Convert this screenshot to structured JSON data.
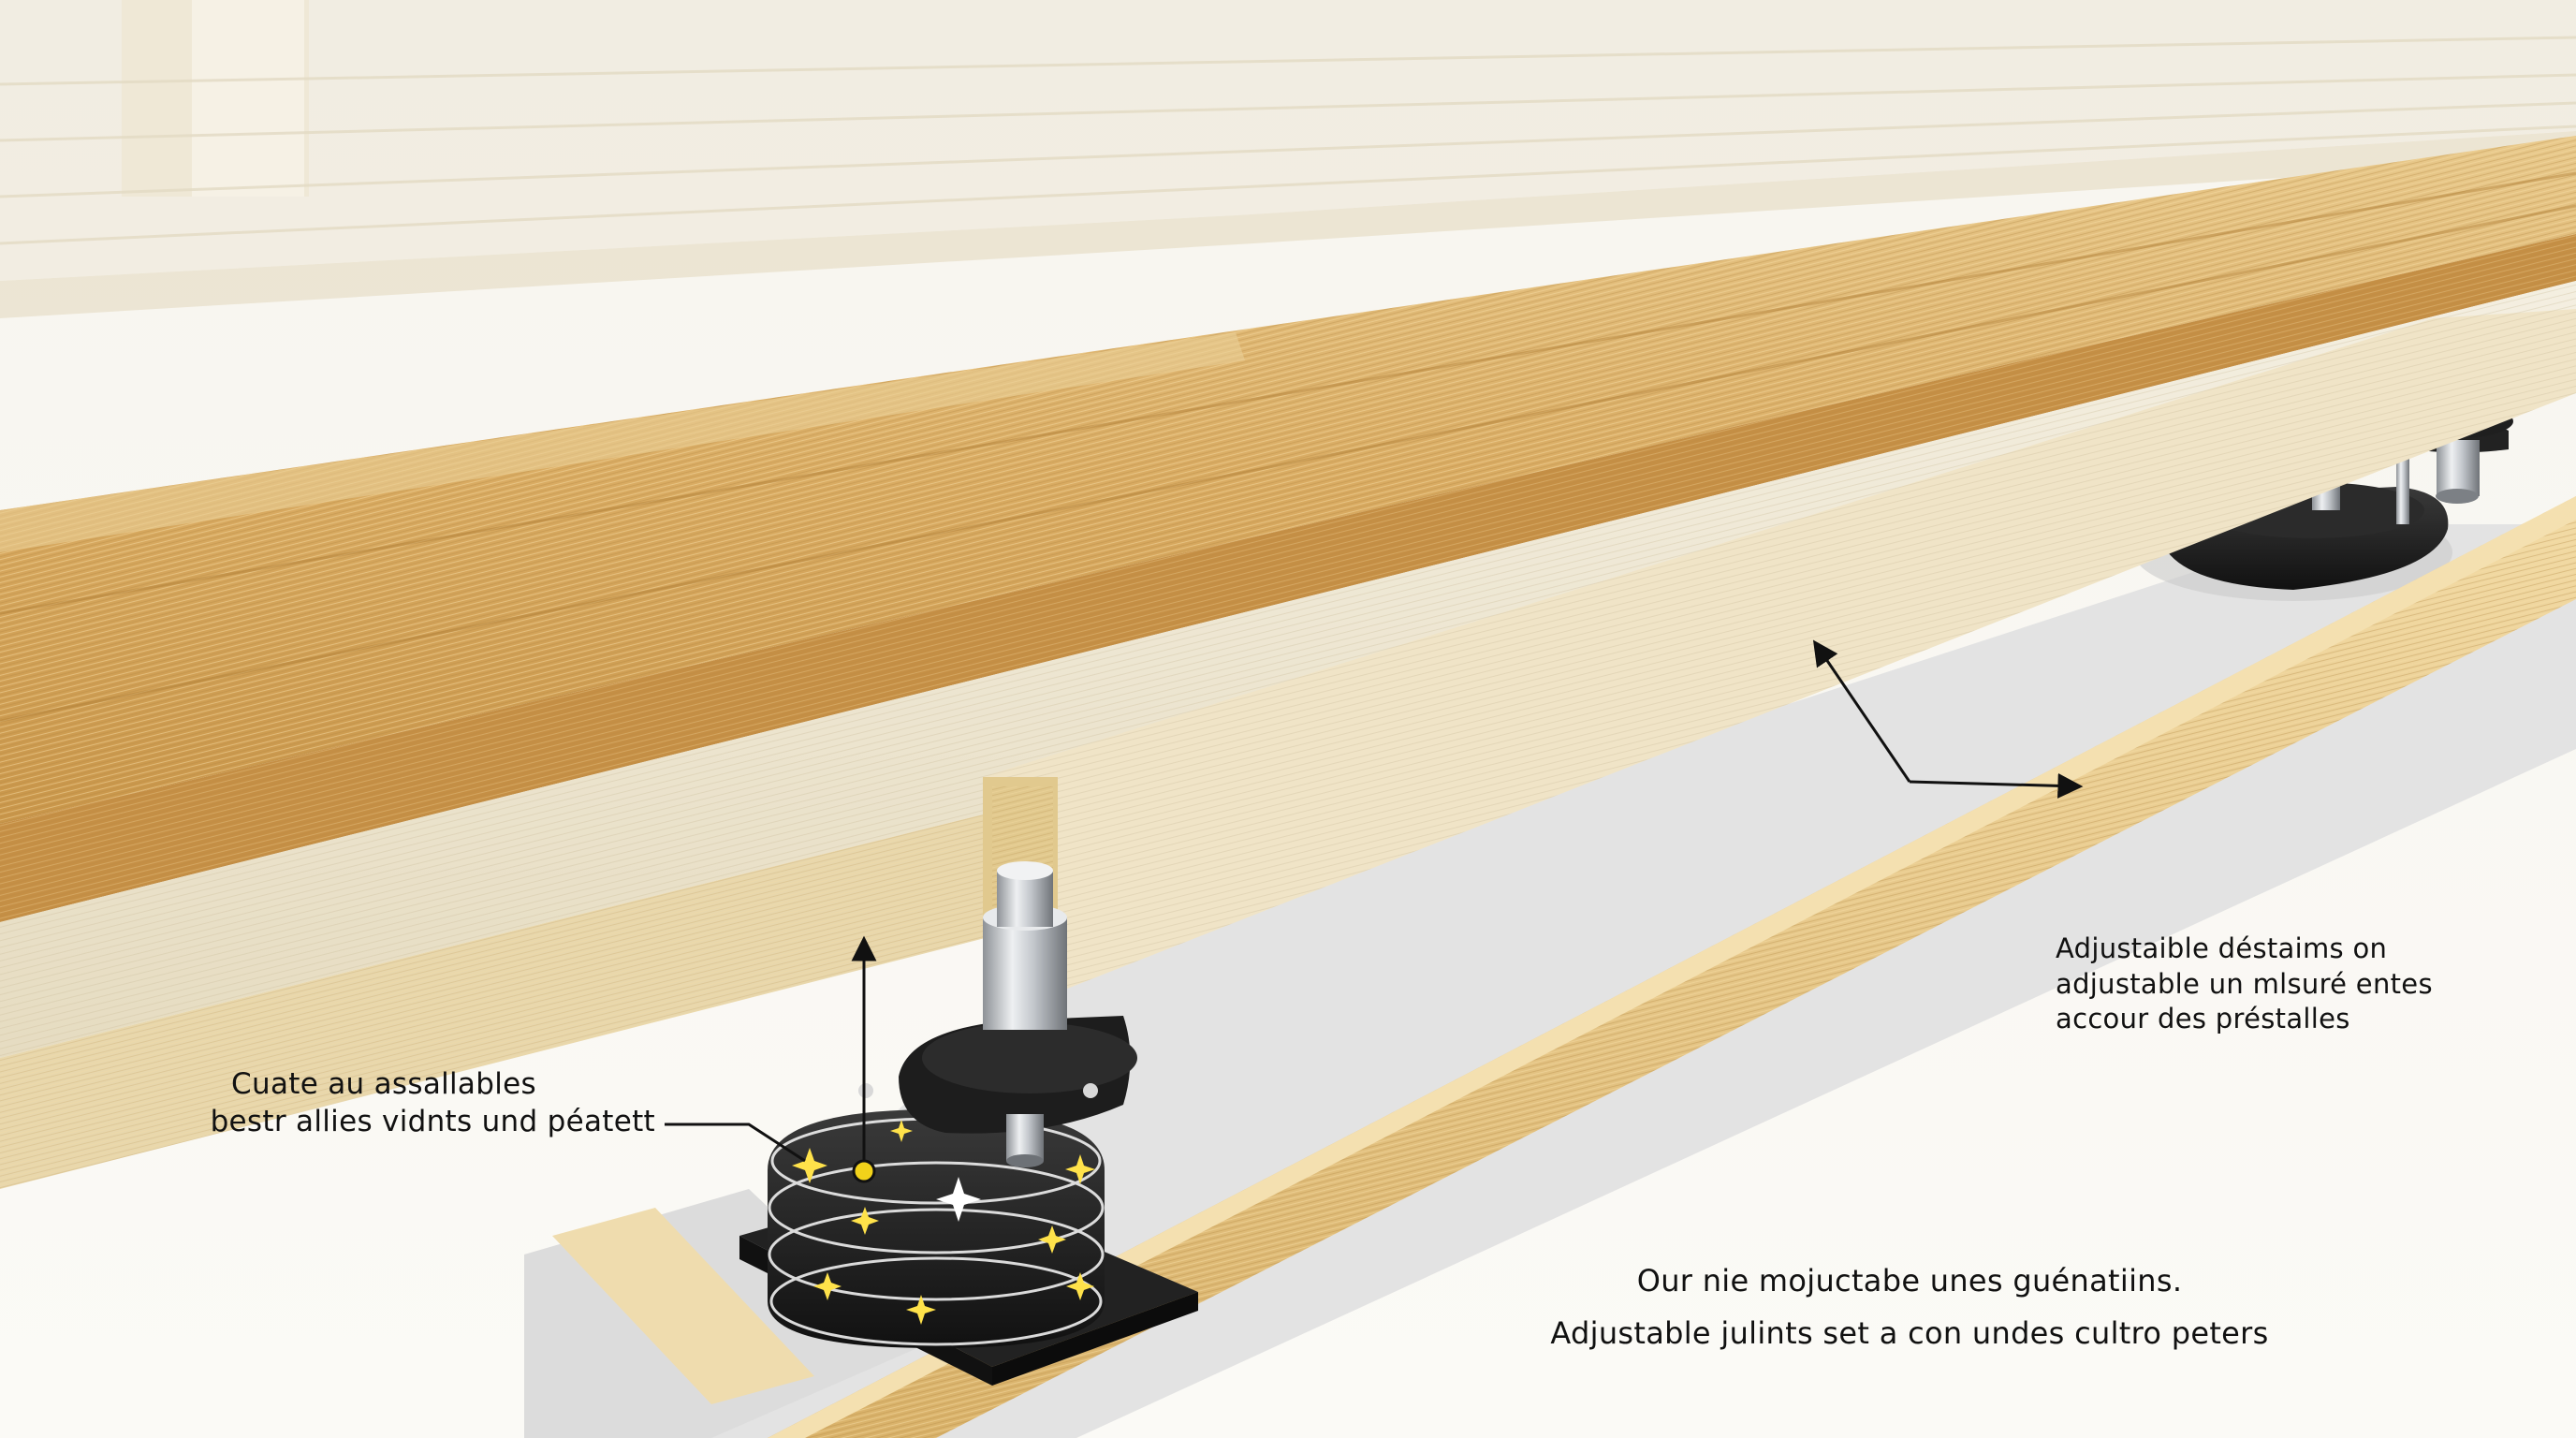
{
  "annotations": {
    "pedestal_callout": {
      "line1": "Cuate au assallables",
      "line2": "bestr allies vidnts und péatett"
    },
    "right_callout": {
      "line1": "Adjustaible déstaims on",
      "line2": "adjustable un mlsuré entes",
      "line3": "accour des préstalles"
    },
    "caption": {
      "line1": "Our nie mojuctabe unes guénatiins.",
      "line2": "Adjustable julints set a con undes cultro peters"
    }
  },
  "colors": {
    "oak_light": "#e9c98c",
    "oak_mid": "#d9aa5f",
    "oak_dark": "#b98534",
    "pale_wood": "#efe8d6",
    "pedestal_black": "#1c1c1c",
    "steel": "#c9ccd0",
    "accent_yellow": "#f2d21a",
    "ground": "#e4e4e4"
  },
  "icons": {
    "sparkle": "sparkle-icon",
    "arrow": "arrow-icon"
  }
}
